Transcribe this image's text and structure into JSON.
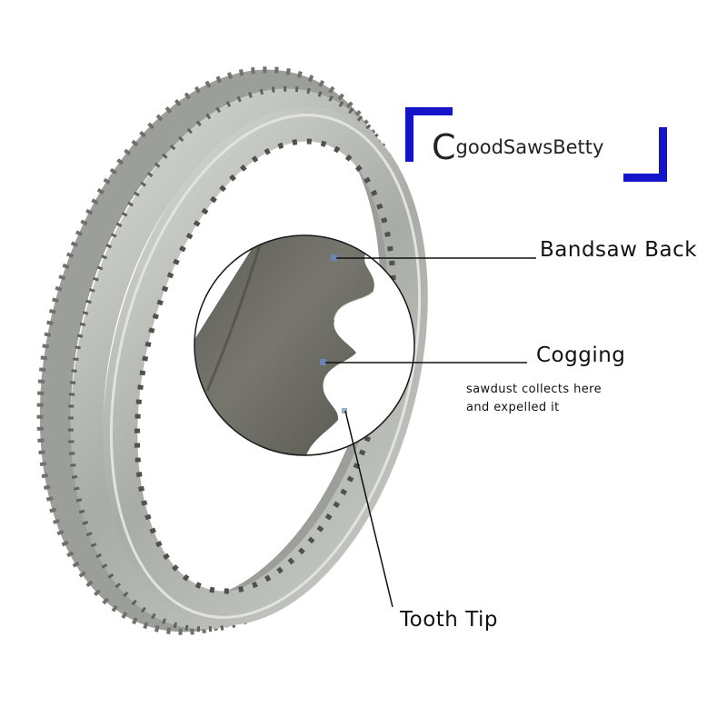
{
  "brand": {
    "initial": "C",
    "name": "goodSawsBetty",
    "accent_color": "#1414c8"
  },
  "callouts": {
    "bandsaw_back": "Bandsaw Back",
    "cogging": "Cogging",
    "cogging_note_line1": "sawdust collects here",
    "cogging_note_line2": "and expelled it",
    "tooth_tip": "Tooth Tip"
  },
  "colors": {
    "blade_light": "#c9cbc6",
    "blade_mid": "#a6a8a3",
    "blade_dark": "#6e706c",
    "magnifier_metal": "#67675f",
    "marker": "#6b86b0"
  }
}
